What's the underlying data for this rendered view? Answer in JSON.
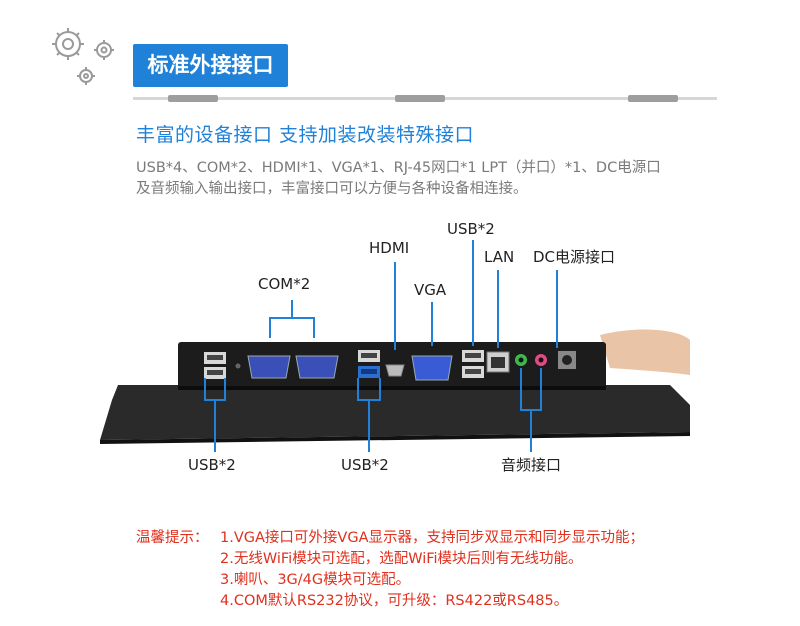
{
  "header": {
    "title": "标准外接接口",
    "subtitle": "丰富的设备接口 支持加装改装特殊接口",
    "description_lines": [
      "USB*4、COM*2、HDMI*1、VGA*1、RJ-45网口*1 LPT（并口）*1、DC电源口",
      "及音频输入输出接口，丰富接口可以方便与各种设备相连接。"
    ]
  },
  "diagram": {
    "labels": {
      "com": "COM*2",
      "hdmi": "HDMI",
      "vga": "VGA",
      "usb_top": "USB*2",
      "lan": "LAN",
      "dc": "DC电源接口",
      "usb_bottom_left": "USB*2",
      "usb_bottom_mid": "USB*2",
      "audio": "音频接口"
    },
    "colors": {
      "callout": "#1f82d8",
      "panel": "#1c1c1c",
      "usb_blue": "#2d6fd1",
      "vga_blue": "#3a5bd6"
    }
  },
  "notes": {
    "lead": "温馨提示：",
    "items": [
      "1.VGA接口可外接VGA显示器，支持同步双显示和同步显示功能；",
      "2.无线WiFi模块可选配，选配WiFi模块后则有无线功能。",
      "3.喇叭、3G/4G模块可选配。",
      "4.COM默认RS232协议，可升级：RS422或RS485。"
    ],
    "color": "#e0301e"
  }
}
